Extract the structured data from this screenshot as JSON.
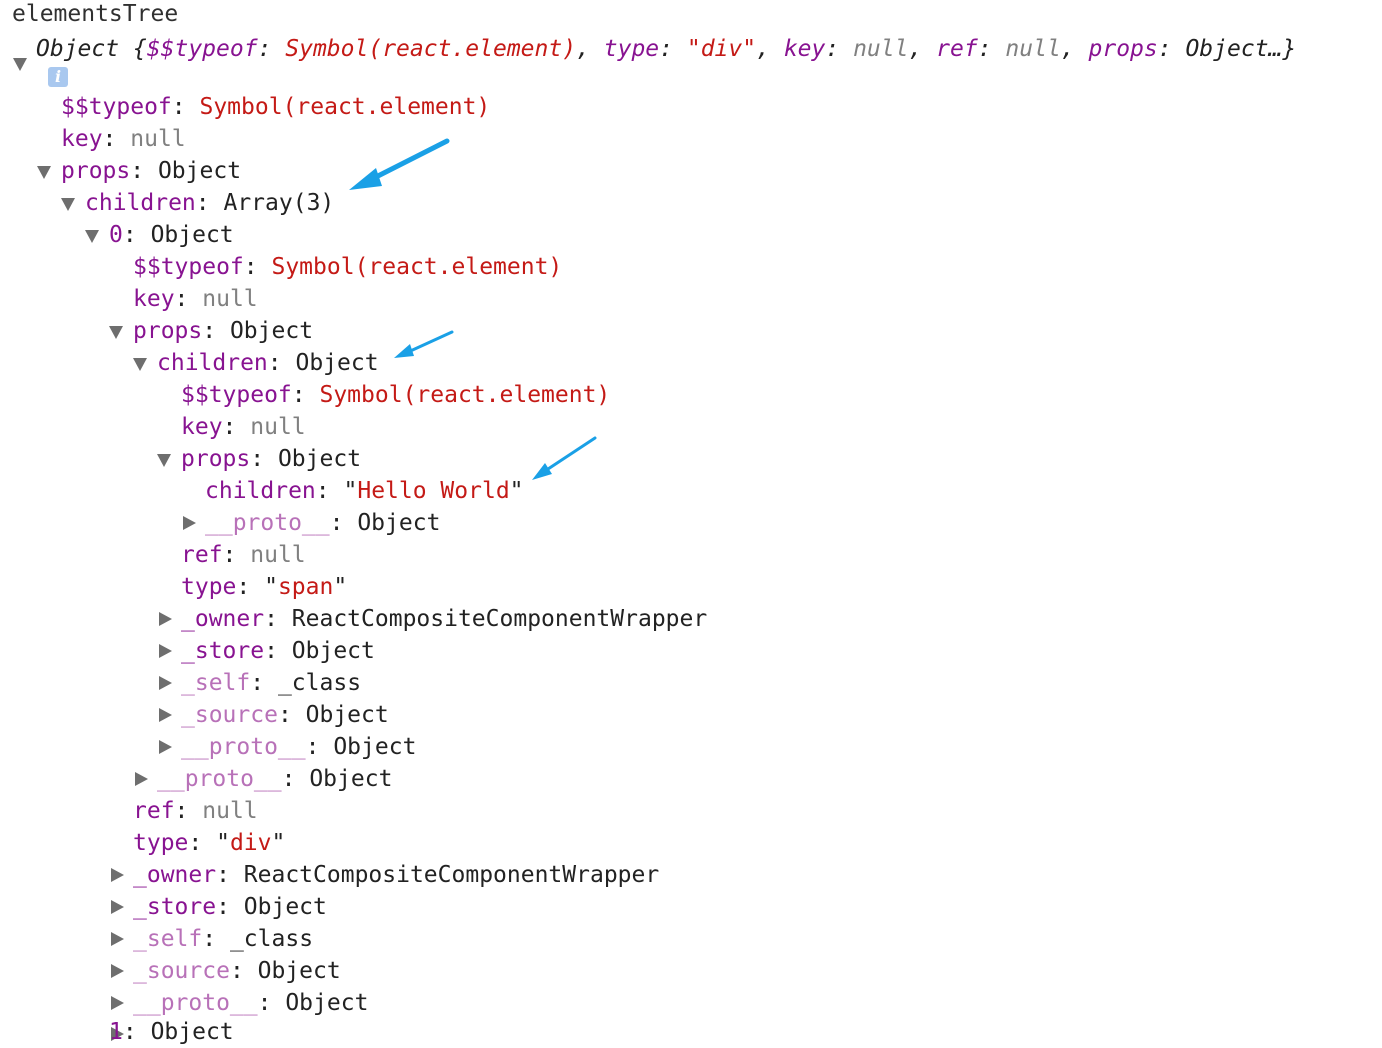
{
  "console": {
    "variable_name": "elementsTree",
    "root_summary": {
      "prefix": "Object {",
      "k1": "$$typeof",
      "v1": "Symbol(react.element)",
      "k2": "type",
      "v2": "\"div\"",
      "k3": "key",
      "v3": "null",
      "k4": "ref",
      "v4": "null",
      "k5": "props",
      "v5": "Object…}"
    },
    "info_icon": "i",
    "colon": ": ",
    "comma": ", ",
    "rows": {
      "r1": {
        "key": "$$typeof",
        "value": "Symbol(react.element)"
      },
      "r2": {
        "key": "key",
        "value": "null"
      },
      "r3": {
        "key": "props",
        "value": "Object"
      },
      "r4": {
        "key": "children",
        "value": "Array(3)"
      },
      "r5": {
        "key": "0",
        "value": "Object"
      },
      "r6": {
        "key": "$$typeof",
        "value": "Symbol(react.element)"
      },
      "r7": {
        "key": "key",
        "value": "null"
      },
      "r8": {
        "key": "props",
        "value": "Object"
      },
      "r9": {
        "key": "children",
        "value": "Object"
      },
      "r10": {
        "key": "$$typeof",
        "value": "Symbol(react.element)"
      },
      "r11": {
        "key": "key",
        "value": "null"
      },
      "r12": {
        "key": "props",
        "value": "Object"
      },
      "r13": {
        "key": "children",
        "value": "Hello World",
        "quote": "\""
      },
      "r14": {
        "key": "__proto__",
        "value": "Object"
      },
      "r15": {
        "key": "ref",
        "value": "null"
      },
      "r16": {
        "key": "type",
        "value": "span",
        "quote": "\""
      },
      "r17": {
        "key": "_owner",
        "value": "ReactCompositeComponentWrapper"
      },
      "r18": {
        "key": "_store",
        "value": "Object"
      },
      "r19": {
        "key": "_self",
        "value": "_class"
      },
      "r20": {
        "key": "_source",
        "value": "Object"
      },
      "r21": {
        "key": "__proto__",
        "value": "Object"
      },
      "r22": {
        "key": "__proto__",
        "value": "Object"
      },
      "r23": {
        "key": "ref",
        "value": "null"
      },
      "r24": {
        "key": "type",
        "value": "div",
        "quote": "\""
      },
      "r25": {
        "key": "_owner",
        "value": "ReactCompositeComponentWrapper"
      },
      "r26": {
        "key": "_store",
        "value": "Object"
      },
      "r27": {
        "key": "_self",
        "value": "_class"
      },
      "r28": {
        "key": "_source",
        "value": "Object"
      },
      "r29": {
        "key": "__proto__",
        "value": "Object"
      },
      "r30": {
        "key": "1",
        "value": "Object"
      }
    },
    "annotation_color": "#1aa0e6",
    "colors": {
      "key": "#881391",
      "dim_key": "#b871b8",
      "string": "#c41a16",
      "null": "#808080"
    }
  }
}
